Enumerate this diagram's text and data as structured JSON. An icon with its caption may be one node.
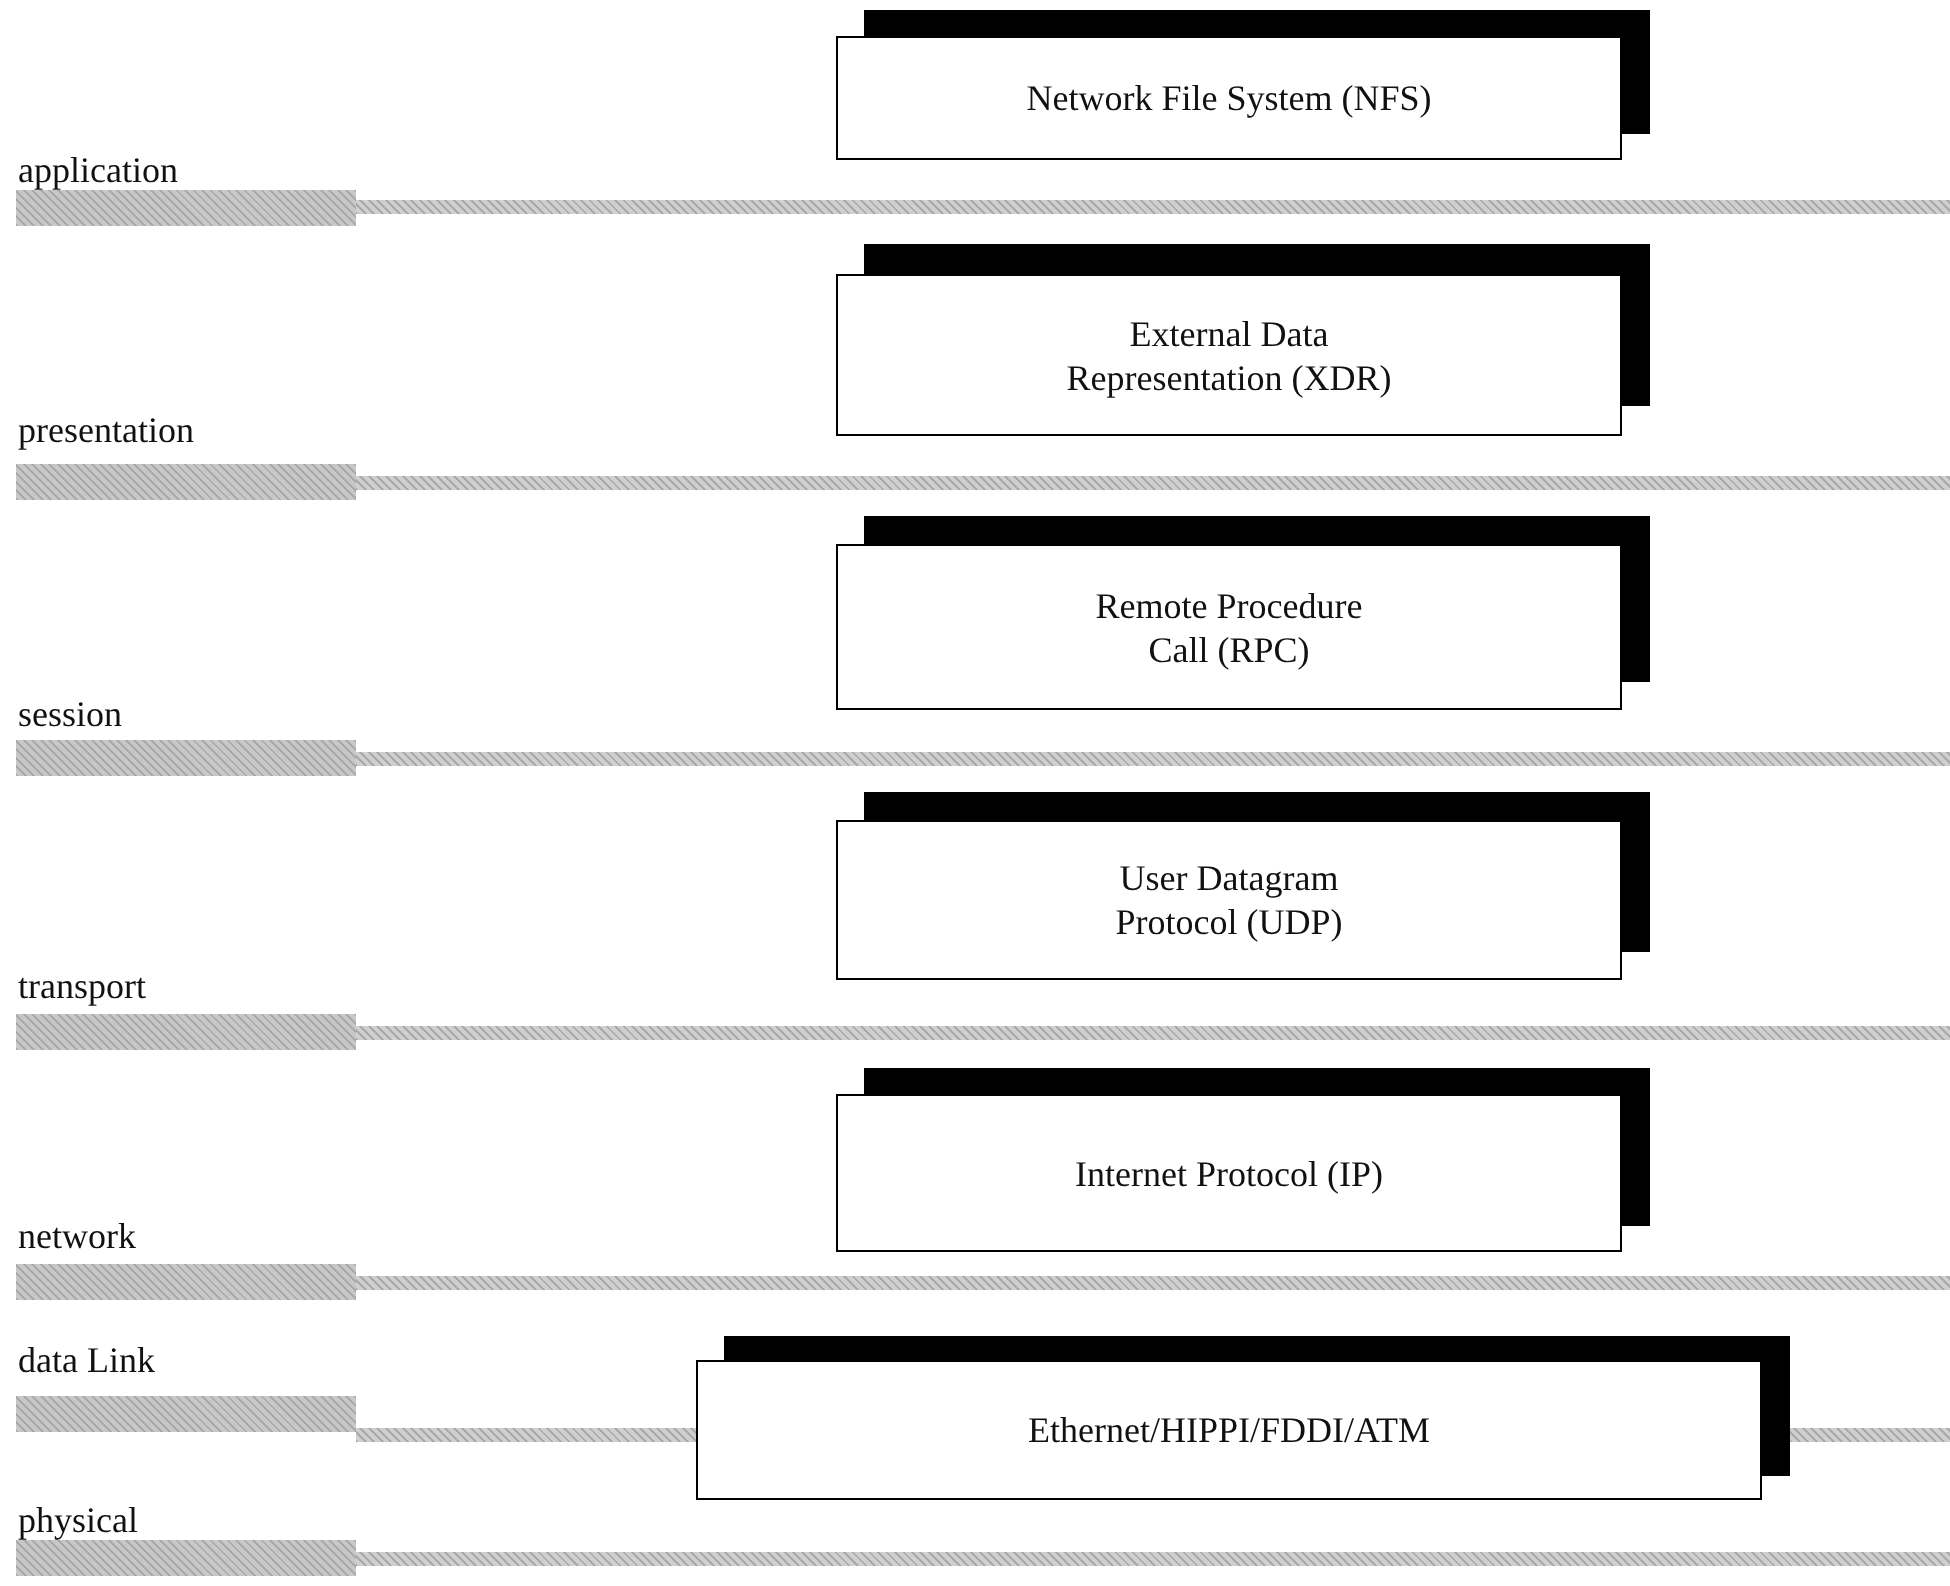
{
  "diagram": {
    "nodes": [
      {
        "text": [
          "Network File System (NFS)"
        ]
      },
      {
        "text": [
          "External Data Representation (XDR)"
        ]
      },
      {
        "text": [
          "Remote Procedure Call (RPC)"
        ]
      },
      {
        "text": [
          "User Datagram Protocol (UDP)"
        ]
      },
      {
        "text": [
          "Internet Protocol (IP)"
        ]
      },
      {
        "text": [
          "Ethernet/HIPPI/FDDI/ATM"
        ]
      }
    ],
    "edges": [],
    "labels": [
      "application",
      "presentation",
      "session",
      "transport",
      "network",
      "data Link",
      "physical"
    ]
  }
}
